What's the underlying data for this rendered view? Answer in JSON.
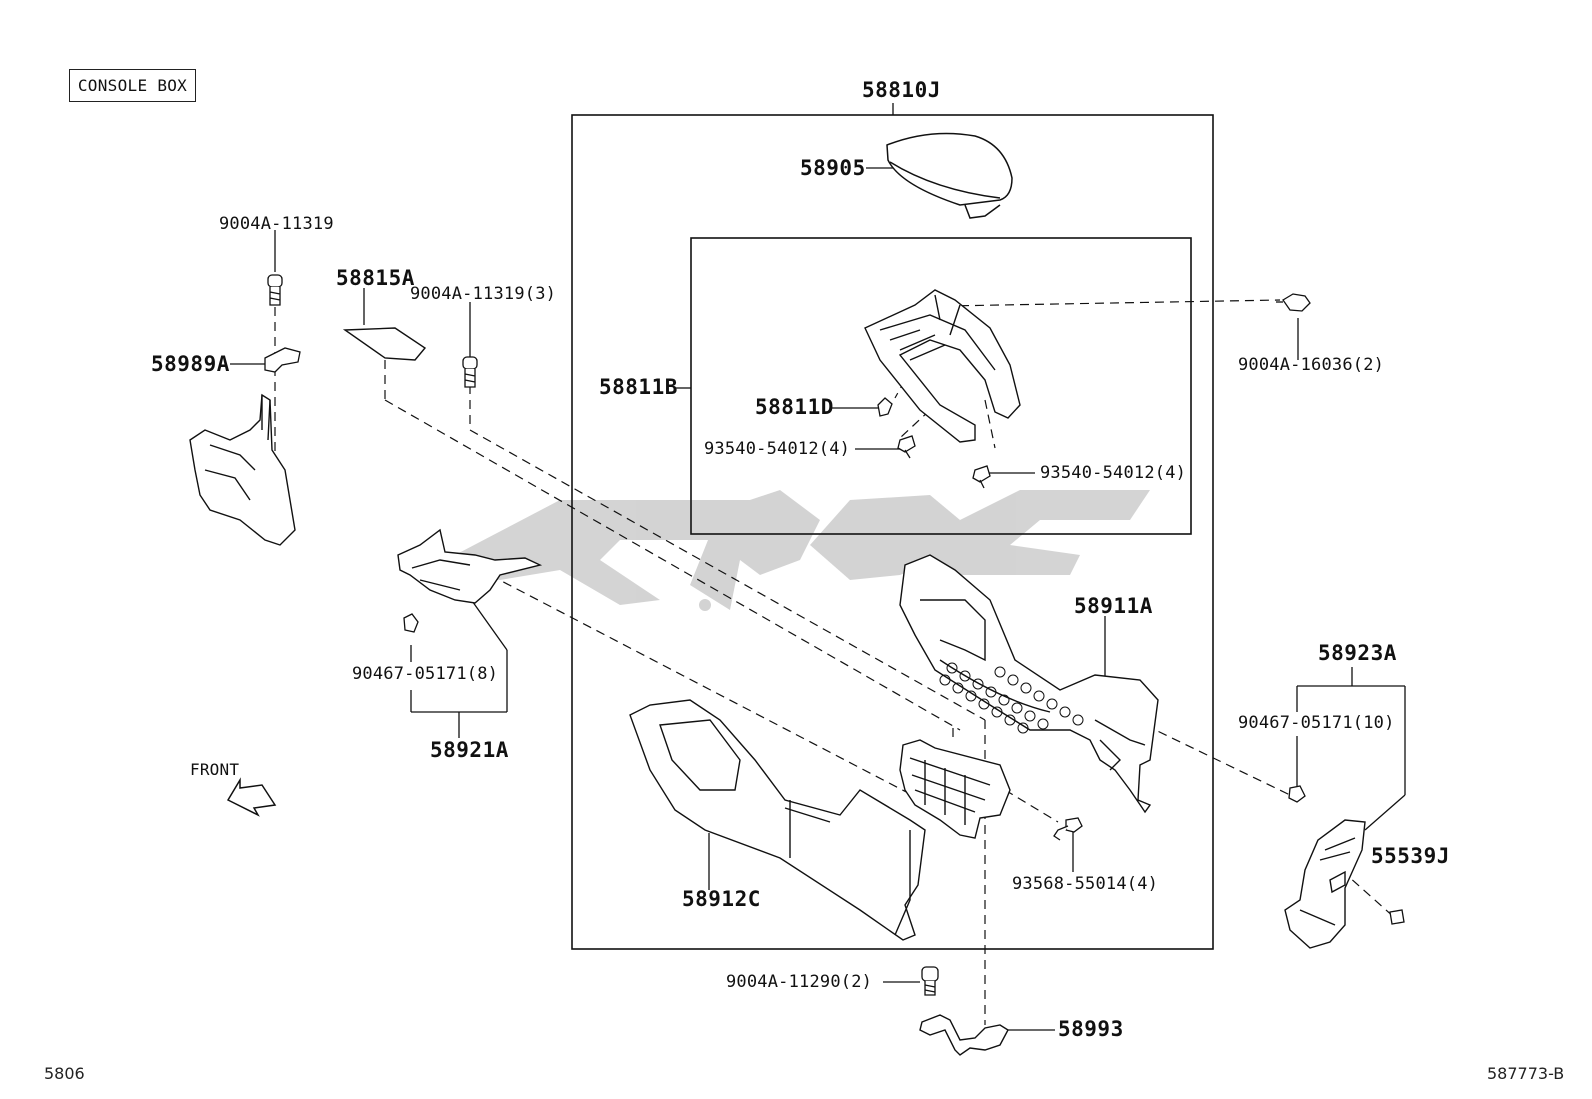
{
  "section_title": "CONSOLE BOX",
  "page_code": "5806",
  "diagram_id": "587773-B",
  "watermark_text": "سایت",
  "front_label": "FRONT",
  "colors": {
    "line": "#111111",
    "watermark": "#cfcfcf",
    "part_fill": "#ffffff"
  },
  "callouts": [
    {
      "id": "58810J",
      "text": "58810J"
    },
    {
      "id": "58905",
      "text": "58905"
    },
    {
      "id": "58811B",
      "text": "58811B"
    },
    {
      "id": "58811D",
      "text": "58811D"
    },
    {
      "id": "93540-54012-left",
      "text": "93540-54012(4)"
    },
    {
      "id": "93540-54012-right",
      "text": "93540-54012(4)"
    },
    {
      "id": "9004A-16036",
      "text": "9004A-16036(2)"
    },
    {
      "id": "58911A",
      "text": "58911A"
    },
    {
      "id": "58923A",
      "text": "58923A"
    },
    {
      "id": "90467-05171-10",
      "text": "90467-05171(10)"
    },
    {
      "id": "55539J",
      "text": "55539J"
    },
    {
      "id": "58912C",
      "text": "58912C"
    },
    {
      "id": "93568-55014",
      "text": "93568-55014(4)"
    },
    {
      "id": "9004A-11290",
      "text": "9004A-11290(2)"
    },
    {
      "id": "58993",
      "text": "58993"
    },
    {
      "id": "9004A-11319-top",
      "text": "9004A-11319"
    },
    {
      "id": "58815A",
      "text": "58815A"
    },
    {
      "id": "9004A-11319-3",
      "text": "9004A-11319(3)"
    },
    {
      "id": "58989A",
      "text": "58989A"
    },
    {
      "id": "90467-05171-8",
      "text": "90467-05171(8)"
    },
    {
      "id": "58921A",
      "text": "58921A"
    }
  ]
}
